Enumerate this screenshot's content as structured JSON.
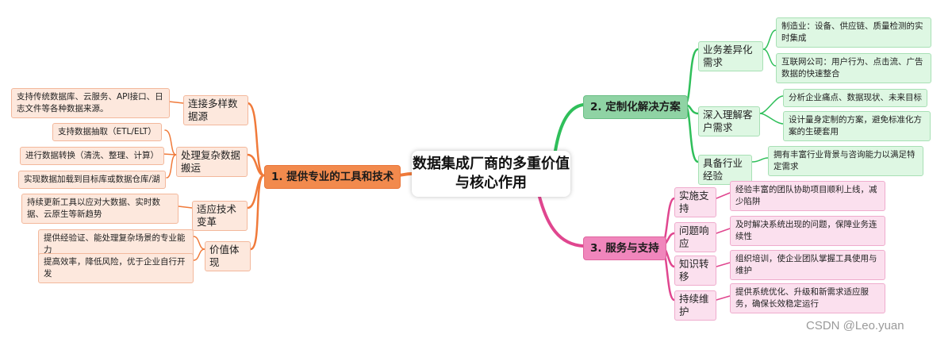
{
  "central": "数据集成厂商的多重价值与核心作用",
  "colors": {
    "orange": "#f07a3a",
    "green": "#2fbf5a",
    "pink": "#e0468f"
  },
  "b1": {
    "title": "1. 提供专业的工具和技术",
    "s1": {
      "label": "连接多样数据源",
      "leaves": [
        "支持传统数据库、云服务、API接口、日志文件等各种数据来源。"
      ]
    },
    "s2": {
      "label": "处理复杂数据搬运",
      "leaves": [
        "支持数据抽取（ETL/ELT）",
        "进行数据转换（清洗、整理、计算）",
        "实现数据加载到目标库或数据仓库/湖"
      ]
    },
    "s3": {
      "label": "适应技术变革",
      "leaves": [
        "持续更新工具以应对大数据、实时数据、云原生等新趋势"
      ]
    },
    "s4": {
      "label": "价值体现",
      "leaves": [
        "提供经验证、能处理复杂场景的专业能力",
        "提高效率，降低风险，优于企业自行开发"
      ]
    }
  },
  "b2": {
    "title": "2. 定制化解决方案",
    "s1": {
      "label": "业务差异化需求",
      "leaves": [
        "制造业：设备、供应链、质量检测的实时集成",
        "互联网公司：用户行为、点击流、广告数据的快速整合"
      ]
    },
    "s2": {
      "label": "深入理解客户需求",
      "leaves": [
        "分析企业痛点、数据现状、未来目标",
        "设计量身定制的方案，避免标准化方案的生硬套用"
      ]
    },
    "s3": {
      "label": "具备行业经验",
      "leaves": [
        "拥有丰富行业背景与咨询能力以满足特定需求"
      ]
    }
  },
  "b3": {
    "title": "3. 服务与支持",
    "s1": {
      "label": "实施支持",
      "leaves": [
        "经验丰富的团队协助项目顺利上线，减少陷阱"
      ]
    },
    "s2": {
      "label": "问题响应",
      "leaves": [
        "及时解决系统出现的问题，保障业务连续性"
      ]
    },
    "s3": {
      "label": "知识转移",
      "leaves": [
        "组织培训，使企业团队掌握工具使用与维护"
      ]
    },
    "s4": {
      "label": "持续维护",
      "leaves": [
        "提供系统优化、升级和新需求适应服务，确保长效稳定运行"
      ]
    }
  },
  "watermark": "CSDN @Leo.yuan"
}
